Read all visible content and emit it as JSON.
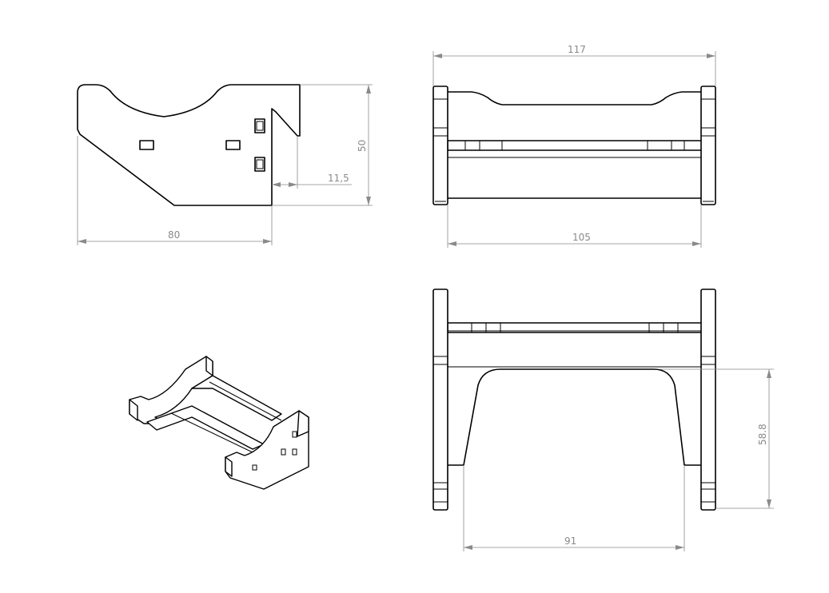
{
  "dimensions": {
    "side_width": "80",
    "side_height": "50",
    "side_notch": "11,5",
    "top_overall": "117",
    "top_inner": "105",
    "front_height": "58.8",
    "front_opening": "91"
  },
  "colors": {
    "line": "#000000",
    "dimension": "#8a8a8a",
    "background": "#ffffff"
  }
}
